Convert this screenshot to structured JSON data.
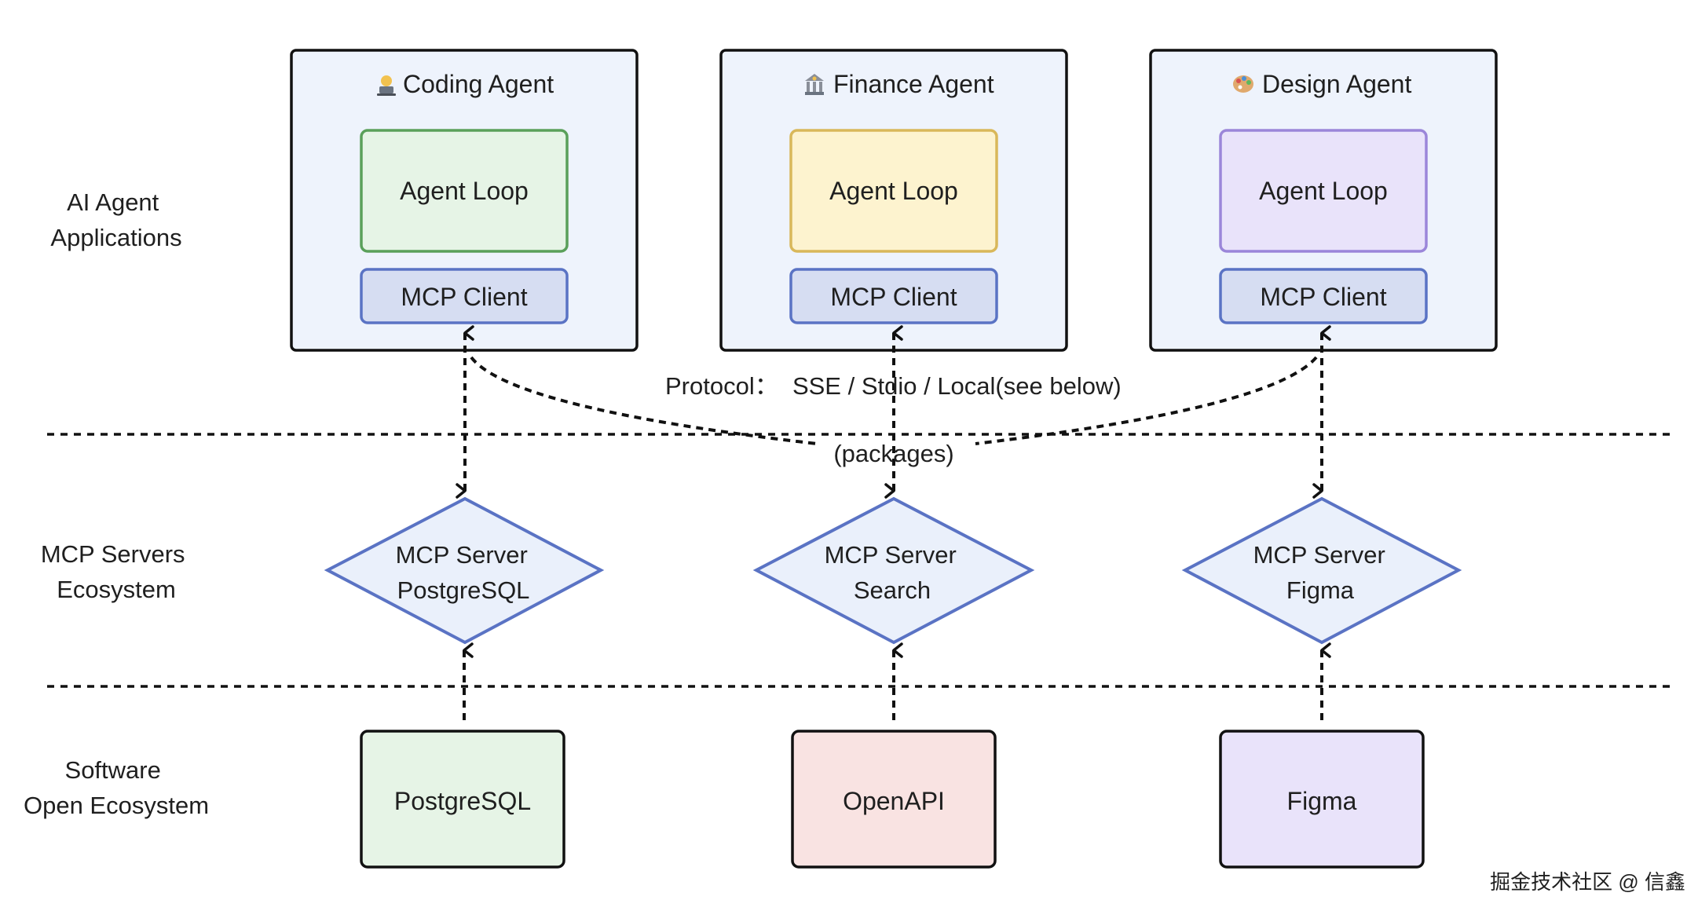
{
  "layers": {
    "agents": [
      "AI Agent",
      "Applications"
    ],
    "servers": [
      "MCP Servers",
      "Ecosystem"
    ],
    "software": [
      "Software",
      "Open Ecosystem"
    ]
  },
  "agents": [
    {
      "title": "Coding Agent",
      "icon": "technologist-icon",
      "loop_label": "Agent Loop",
      "client_label": "MCP Client",
      "loop_fill": "#e6f4e6",
      "loop_stroke": "#5aa05a"
    },
    {
      "title": "Finance Agent",
      "icon": "bank-icon",
      "loop_label": "Agent Loop",
      "client_label": "MCP Client",
      "loop_fill": "#fdf3cf",
      "loop_stroke": "#d9b85a"
    },
    {
      "title": "Design Agent",
      "icon": "palette-icon",
      "loop_label": "Agent Loop",
      "client_label": "MCP Client",
      "loop_fill": "#e9e3fa",
      "loop_stroke": "#9b86d9"
    }
  ],
  "servers": [
    {
      "line1": "MCP Server",
      "line2": "PostgreSQL"
    },
    {
      "line1": "MCP Server",
      "line2": "Search"
    },
    {
      "line1": "MCP Server",
      "line2": "Figma"
    }
  ],
  "software": [
    {
      "label": "PostgreSQL",
      "fill": "#e6f4e6"
    },
    {
      "label": "OpenAPI",
      "fill": "#f9e3e2"
    },
    {
      "label": "Figma",
      "fill": "#e9e3fa"
    }
  ],
  "protocol": {
    "label": "Protocol：  SSE / Stdio / Local(see below)",
    "packages": "(packages)"
  },
  "colors": {
    "agent_box_fill": "#eef3fc",
    "client_fill": "#d6ddf2",
    "client_stroke": "#5a73c4",
    "server_fill": "#eaf0fb",
    "server_stroke": "#5a73c4"
  },
  "watermark": "掘金技术社区 @ 信鑫"
}
